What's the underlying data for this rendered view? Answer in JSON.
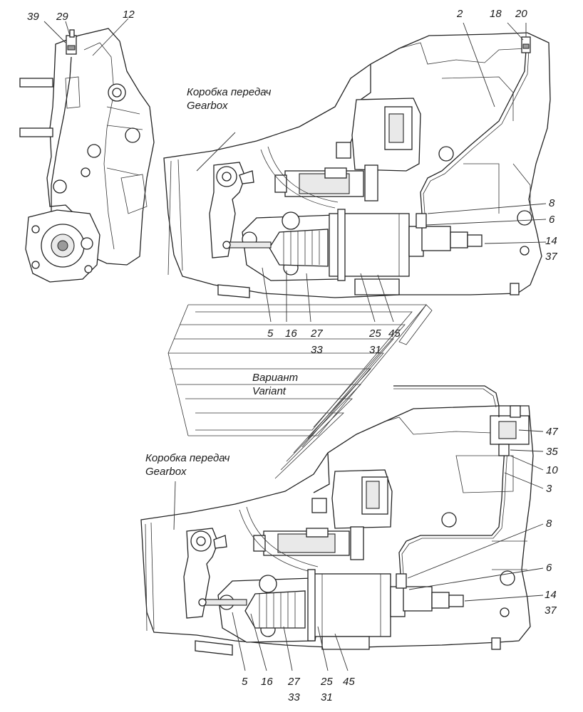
{
  "captions": {
    "gearbox_top_ru": "Коробка передач",
    "gearbox_top_en": "Gearbox",
    "variant_ru": "Вариант",
    "variant_en": "Variant",
    "gearbox_bottom_ru": "Коробка передач",
    "gearbox_bottom_en": "Gearbox"
  },
  "callouts_top_left": [
    "39",
    "29",
    "12"
  ],
  "callouts_top_view": [
    "2",
    "18",
    "20",
    "8",
    "6",
    "14",
    "37",
    "5",
    "16",
    "27",
    "33",
    "25",
    "31",
    "45"
  ],
  "callouts_bottom_view": [
    "47",
    "35",
    "10",
    "3",
    "8",
    "6",
    "14",
    "37",
    "5",
    "16",
    "27",
    "33",
    "25",
    "31",
    "45"
  ]
}
